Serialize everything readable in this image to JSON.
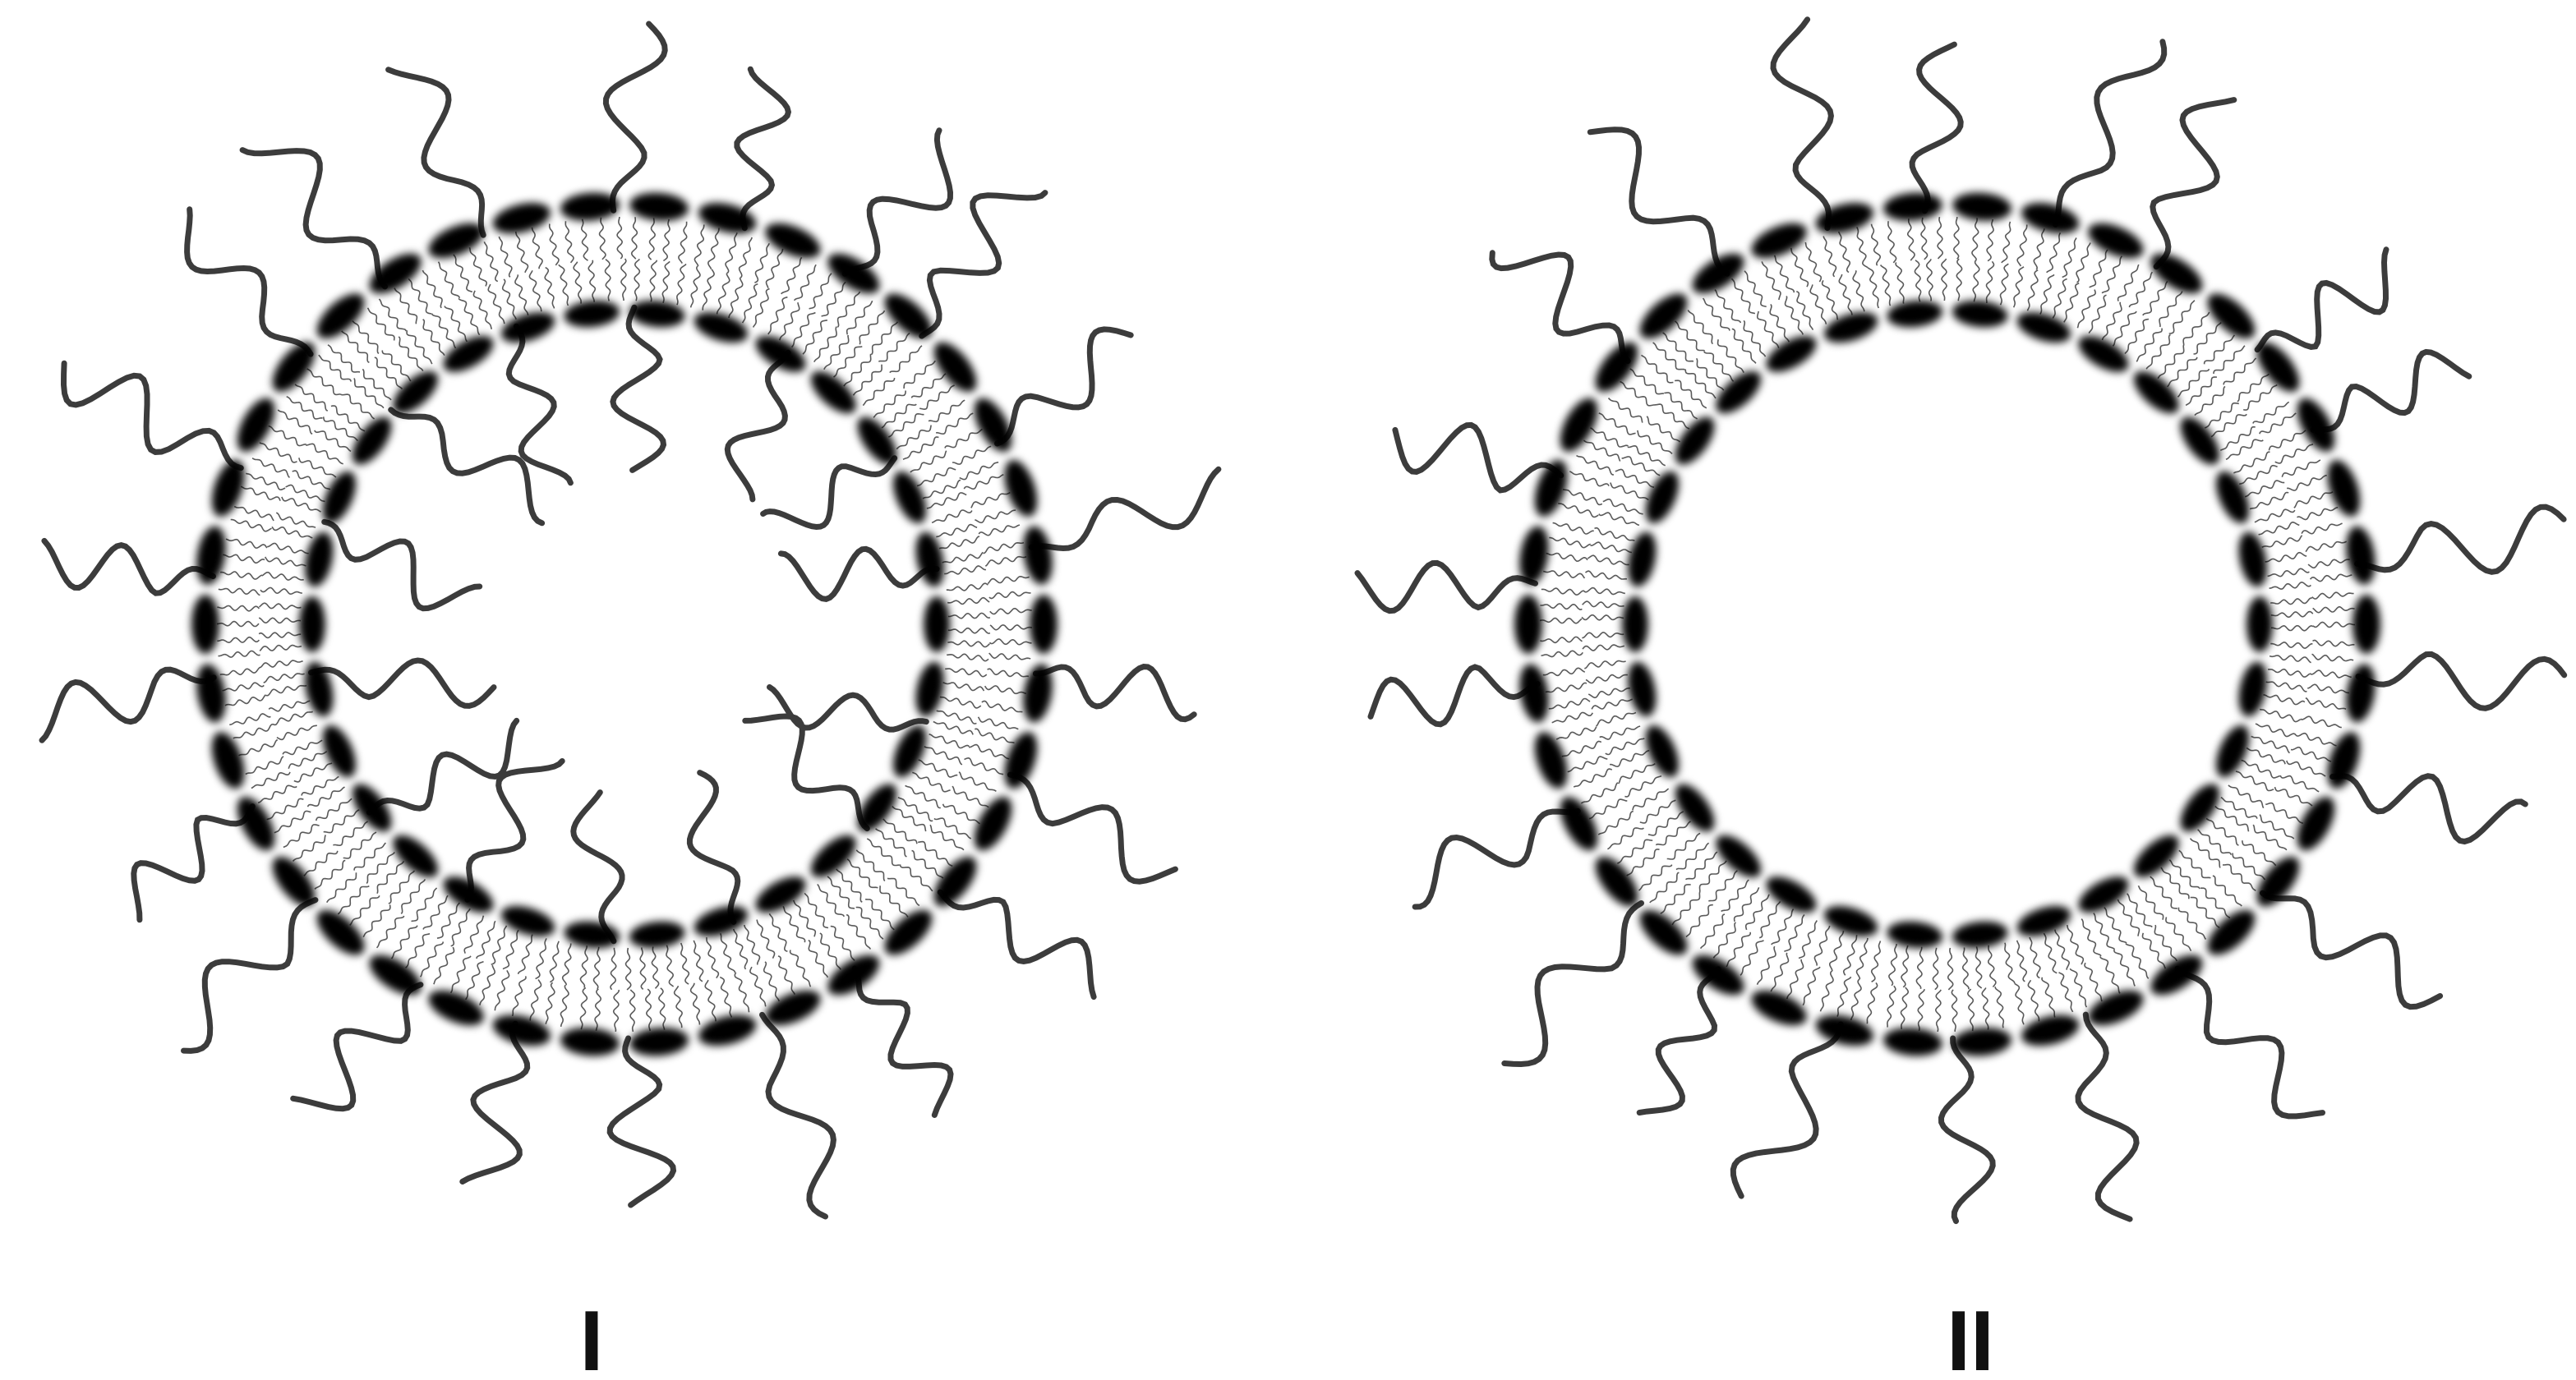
{
  "panels": [
    {
      "label": "I",
      "description_hidden": false,
      "peg_chains": "inner-and-outer"
    },
    {
      "label": "II",
      "peg_chains": "outer-only"
    }
  ],
  "colors": {
    "headgroup": "#000000",
    "tail": "#5a5a5a",
    "peg_chain": "#3c3c3c",
    "label": "#111111",
    "background": "#ffffff"
  }
}
